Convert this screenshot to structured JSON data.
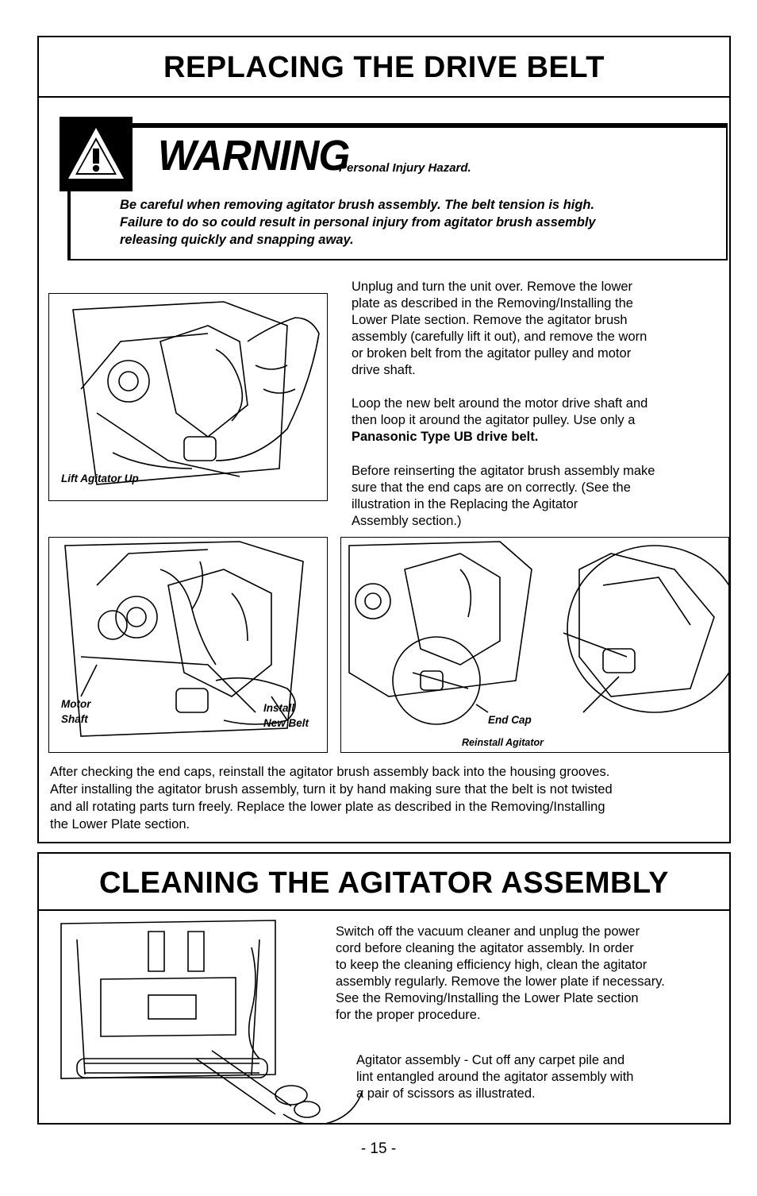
{
  "drive_belt": {
    "title": "REPLACING THE DRIVE BELT",
    "warning": {
      "heading": "WARNING",
      "subheading": "Personal Injury Hazard.",
      "line1": "Be careful when removing agitator brush assembly.  The belt tension is high.",
      "line2": "Failure to do so could result in personal injury from agitator brush assembly",
      "line3": "releasing quickly and snapping away."
    },
    "step1": [
      "Unplug and turn the unit over.  Remove the lower",
      "plate as described  in the Removing/Installing the",
      "Lower Plate section.  Remove the agitator brush",
      "assembly (carefully lift it out), and remove the worn",
      "or broken belt from the agitator pulley and motor",
      "drive shaft."
    ],
    "step2": [
      "Loop the new belt around the motor drive shaft and",
      "then loop it around the agitator pulley.  Use only a"
    ],
    "step2_bold": "Panasonic Type UB drive belt.",
    "step3": [
      "Before reinserting the agitator brush assembly make",
      "sure that the end caps are on correctly.  (See the",
      "illustration in the Replacing the Agitator",
      "Assembly section.)"
    ],
    "fig1_caption": "Lift Agitator Up",
    "fig2_caption_motor_1": "Motor",
    "fig2_caption_motor_2": "Shaft",
    "fig2_caption_belt_1": "Install",
    "fig2_caption_belt_2": "New Belt",
    "fig3_caption_endcap": "End Cap",
    "fig3_caption_reinstall": "Reinstall Agitator",
    "closing": [
      "After checking the end caps, reinstall the agitator brush assembly back into the housing grooves.",
      "After installing the agitator brush assembly, turn it by hand making sure that the belt is not twisted",
      "and all rotating parts turn freely.  Replace the lower plate as described in the Removing/Installing",
      "the Lower Plate section."
    ]
  },
  "agitator": {
    "title": "CLEANING THE AGITATOR ASSEMBLY",
    "para1": [
      "Switch off the vacuum cleaner and unplug the power",
      "cord before cleaning the agitator assembly.  In order",
      "to keep the cleaning efficiency high, clean the agitator",
      "assembly regularly.  Remove the lower plate if necessary.",
      "See the Removing/Installing the Lower Plate section",
      "for the proper procedure."
    ],
    "para2": [
      "Agitator assembly - Cut off any carpet pile and",
      "lint entangled around the agitator assembly with",
      "a pair of scissors as illustrated."
    ]
  },
  "page_number": "- 15 -"
}
